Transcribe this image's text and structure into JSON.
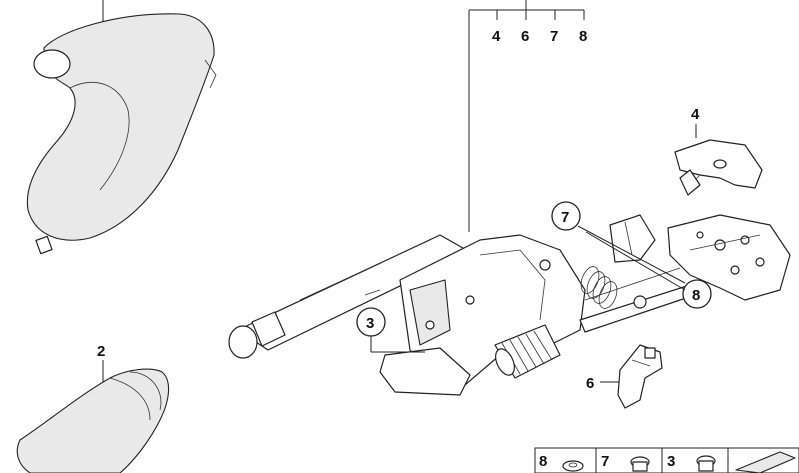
{
  "labels": {
    "top_group": [
      "4",
      "6",
      "7",
      "8"
    ],
    "cover_part": "4",
    "circled_7": "7",
    "circled_8": "8",
    "circled_3": "3",
    "part_2": "2",
    "part_6": "6",
    "legend": [
      "8",
      "7",
      "3"
    ]
  }
}
